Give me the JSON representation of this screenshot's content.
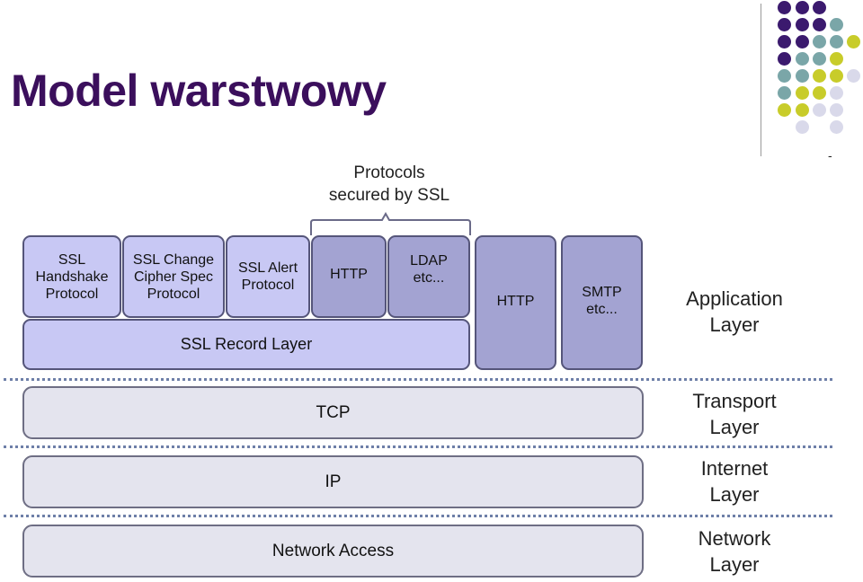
{
  "slide": {
    "title": "Model warstwowy",
    "corner_mark": "-"
  },
  "decoration": {
    "dot_colors": {
      "purple": "#3b1a6e",
      "teal": "#7aa6a8",
      "yellow": "#c8cc2a",
      "lavender": "#d9d9ea"
    }
  },
  "diagram": {
    "protocols_label": "Protocols\nsecured by SSL",
    "ssl_boxes": {
      "handshake": "SSL\nHandshake\nProtocol",
      "change_cipher": "SSL Change\nCipher Spec\nProtocol",
      "alert": "SSL Alert\nProtocol",
      "http_secured": "HTTP",
      "ldap": "LDAP\netc...",
      "record_layer": "SSL Record Layer"
    },
    "app_boxes": {
      "http": "HTTP",
      "smtp": "SMTP\netc..."
    },
    "lower_boxes": {
      "tcp": "TCP",
      "ip": "IP",
      "network_access": "Network Access"
    },
    "layer_labels": {
      "application": "Application\nLayer",
      "transport": "Transport\nLayer",
      "internet": "Internet\nLayer",
      "network": "Network\nLayer"
    }
  }
}
